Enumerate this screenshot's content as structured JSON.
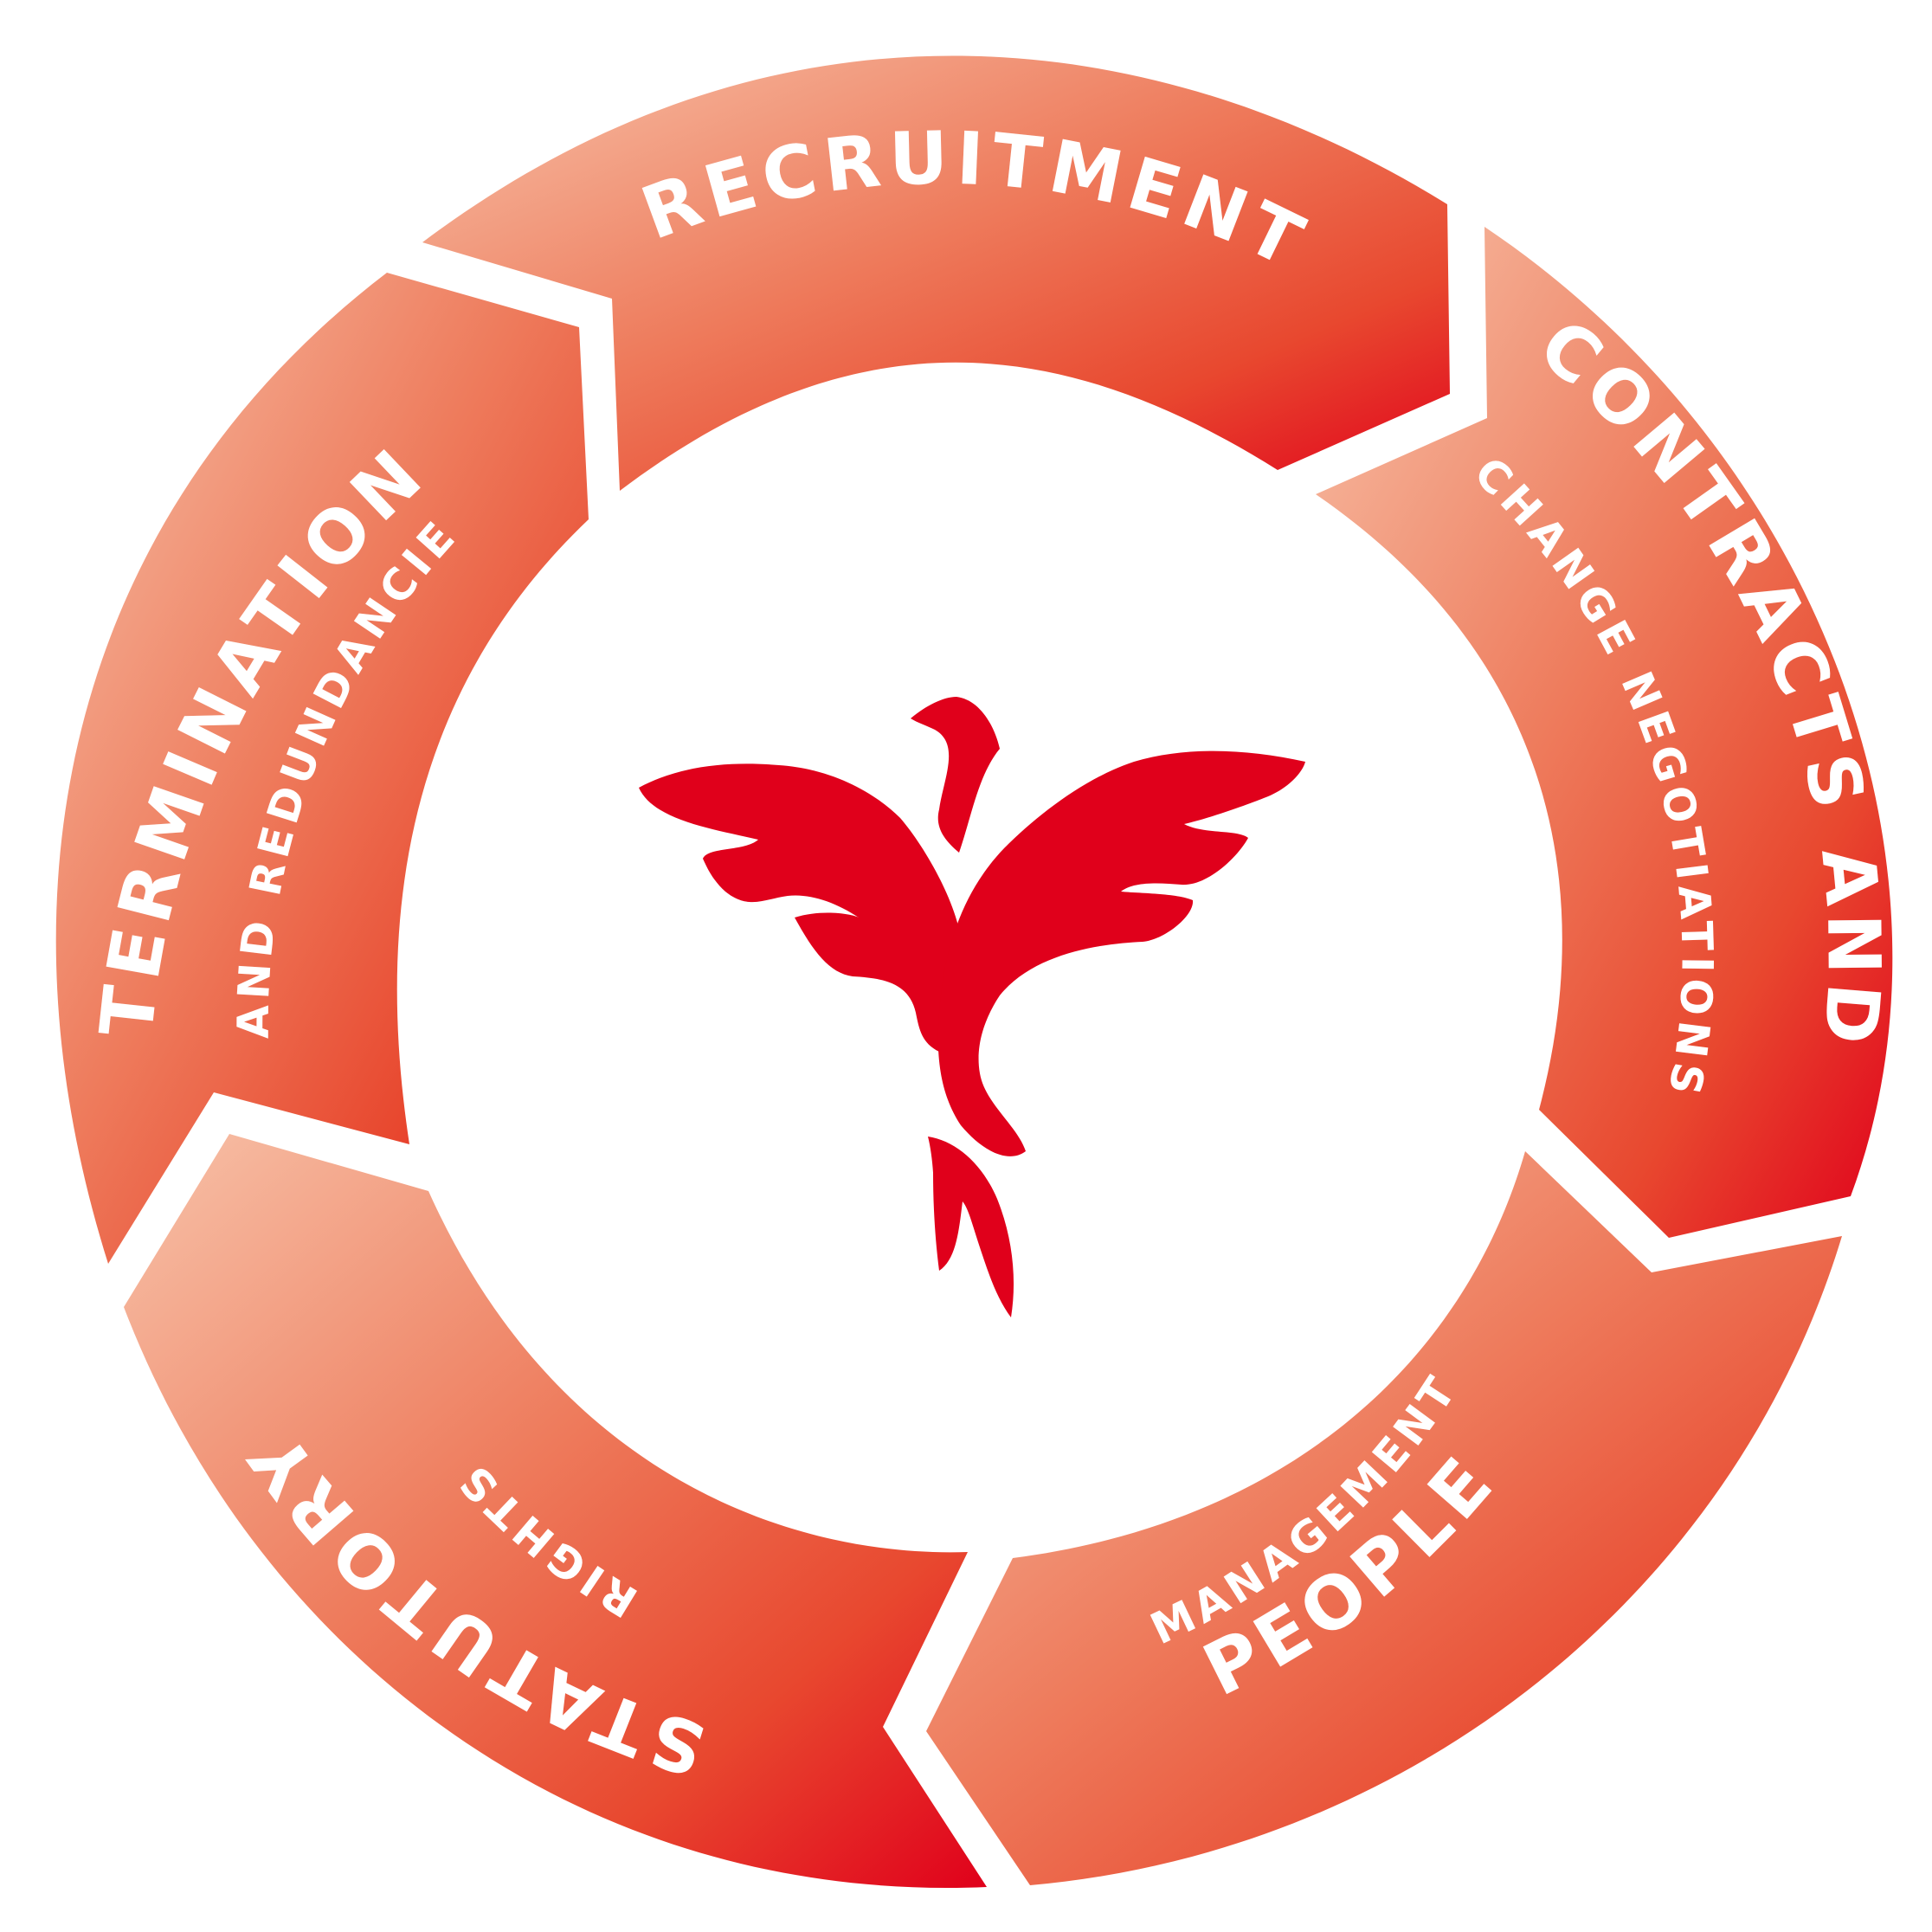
{
  "colors": {
    "light": "#f6b89f",
    "mid": "#ee7556",
    "dark": "#e0001b",
    "bird": "#e0001b",
    "text": "#ffffff"
  },
  "segments": [
    {
      "id": "recruitment",
      "label": "RECRUITMENT",
      "sublabel": ""
    },
    {
      "id": "contracts",
      "label": "CONTRACTS AND",
      "sublabel": "CHANGE NEGOTIATIONS"
    },
    {
      "id": "people",
      "label": "PEOPLE",
      "sublabel": "MANAGEMENT"
    },
    {
      "id": "statutory",
      "label": "STATUTORY",
      "sublabel": "RIGHTS"
    },
    {
      "id": "termination",
      "label": "TERMINATION",
      "sublabel": "AND REDUNDANCIES"
    }
  ],
  "center": {
    "icon": "phoenix-bird-icon"
  }
}
